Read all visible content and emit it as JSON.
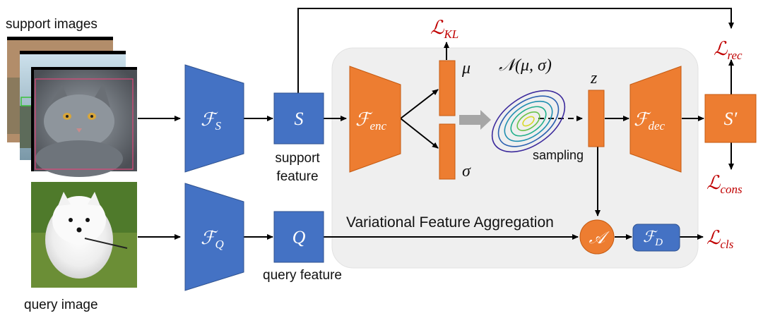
{
  "labels": {
    "support_images": "support images",
    "query_image": "query image",
    "support_feature_line1": "support",
    "support_feature_line2": "feature",
    "query_feature": "query feature",
    "vfa_title": "Variational Feature Aggregation",
    "sampling": "sampling"
  },
  "blocks": {
    "fs": "ℱ",
    "fs_sub": "S",
    "fq": "ℱ",
    "fq_sub": "Q",
    "fenc": "ℱ",
    "fenc_sub": "enc",
    "fdec": "ℱ",
    "fdec_sub": "dec",
    "fd": "ℱ",
    "fd_sub": "D",
    "s": "S",
    "q": "Q",
    "s_prime": "S′",
    "agg": "𝒜"
  },
  "symbols": {
    "mu": "μ",
    "sigma": "σ",
    "z": "z",
    "normal": "𝒩(μ, σ)"
  },
  "losses": {
    "kl": "ℒ",
    "kl_sub": "KL",
    "rec": "ℒ",
    "rec_sub": "rec",
    "cons": "ℒ",
    "cons_sub": "cons",
    "cls": "ℒ",
    "cls_sub": "cls"
  },
  "colors": {
    "blue": "#4472c4",
    "orange": "#ed7d31",
    "loss_red": "#c00000",
    "panel": "#efefef"
  }
}
